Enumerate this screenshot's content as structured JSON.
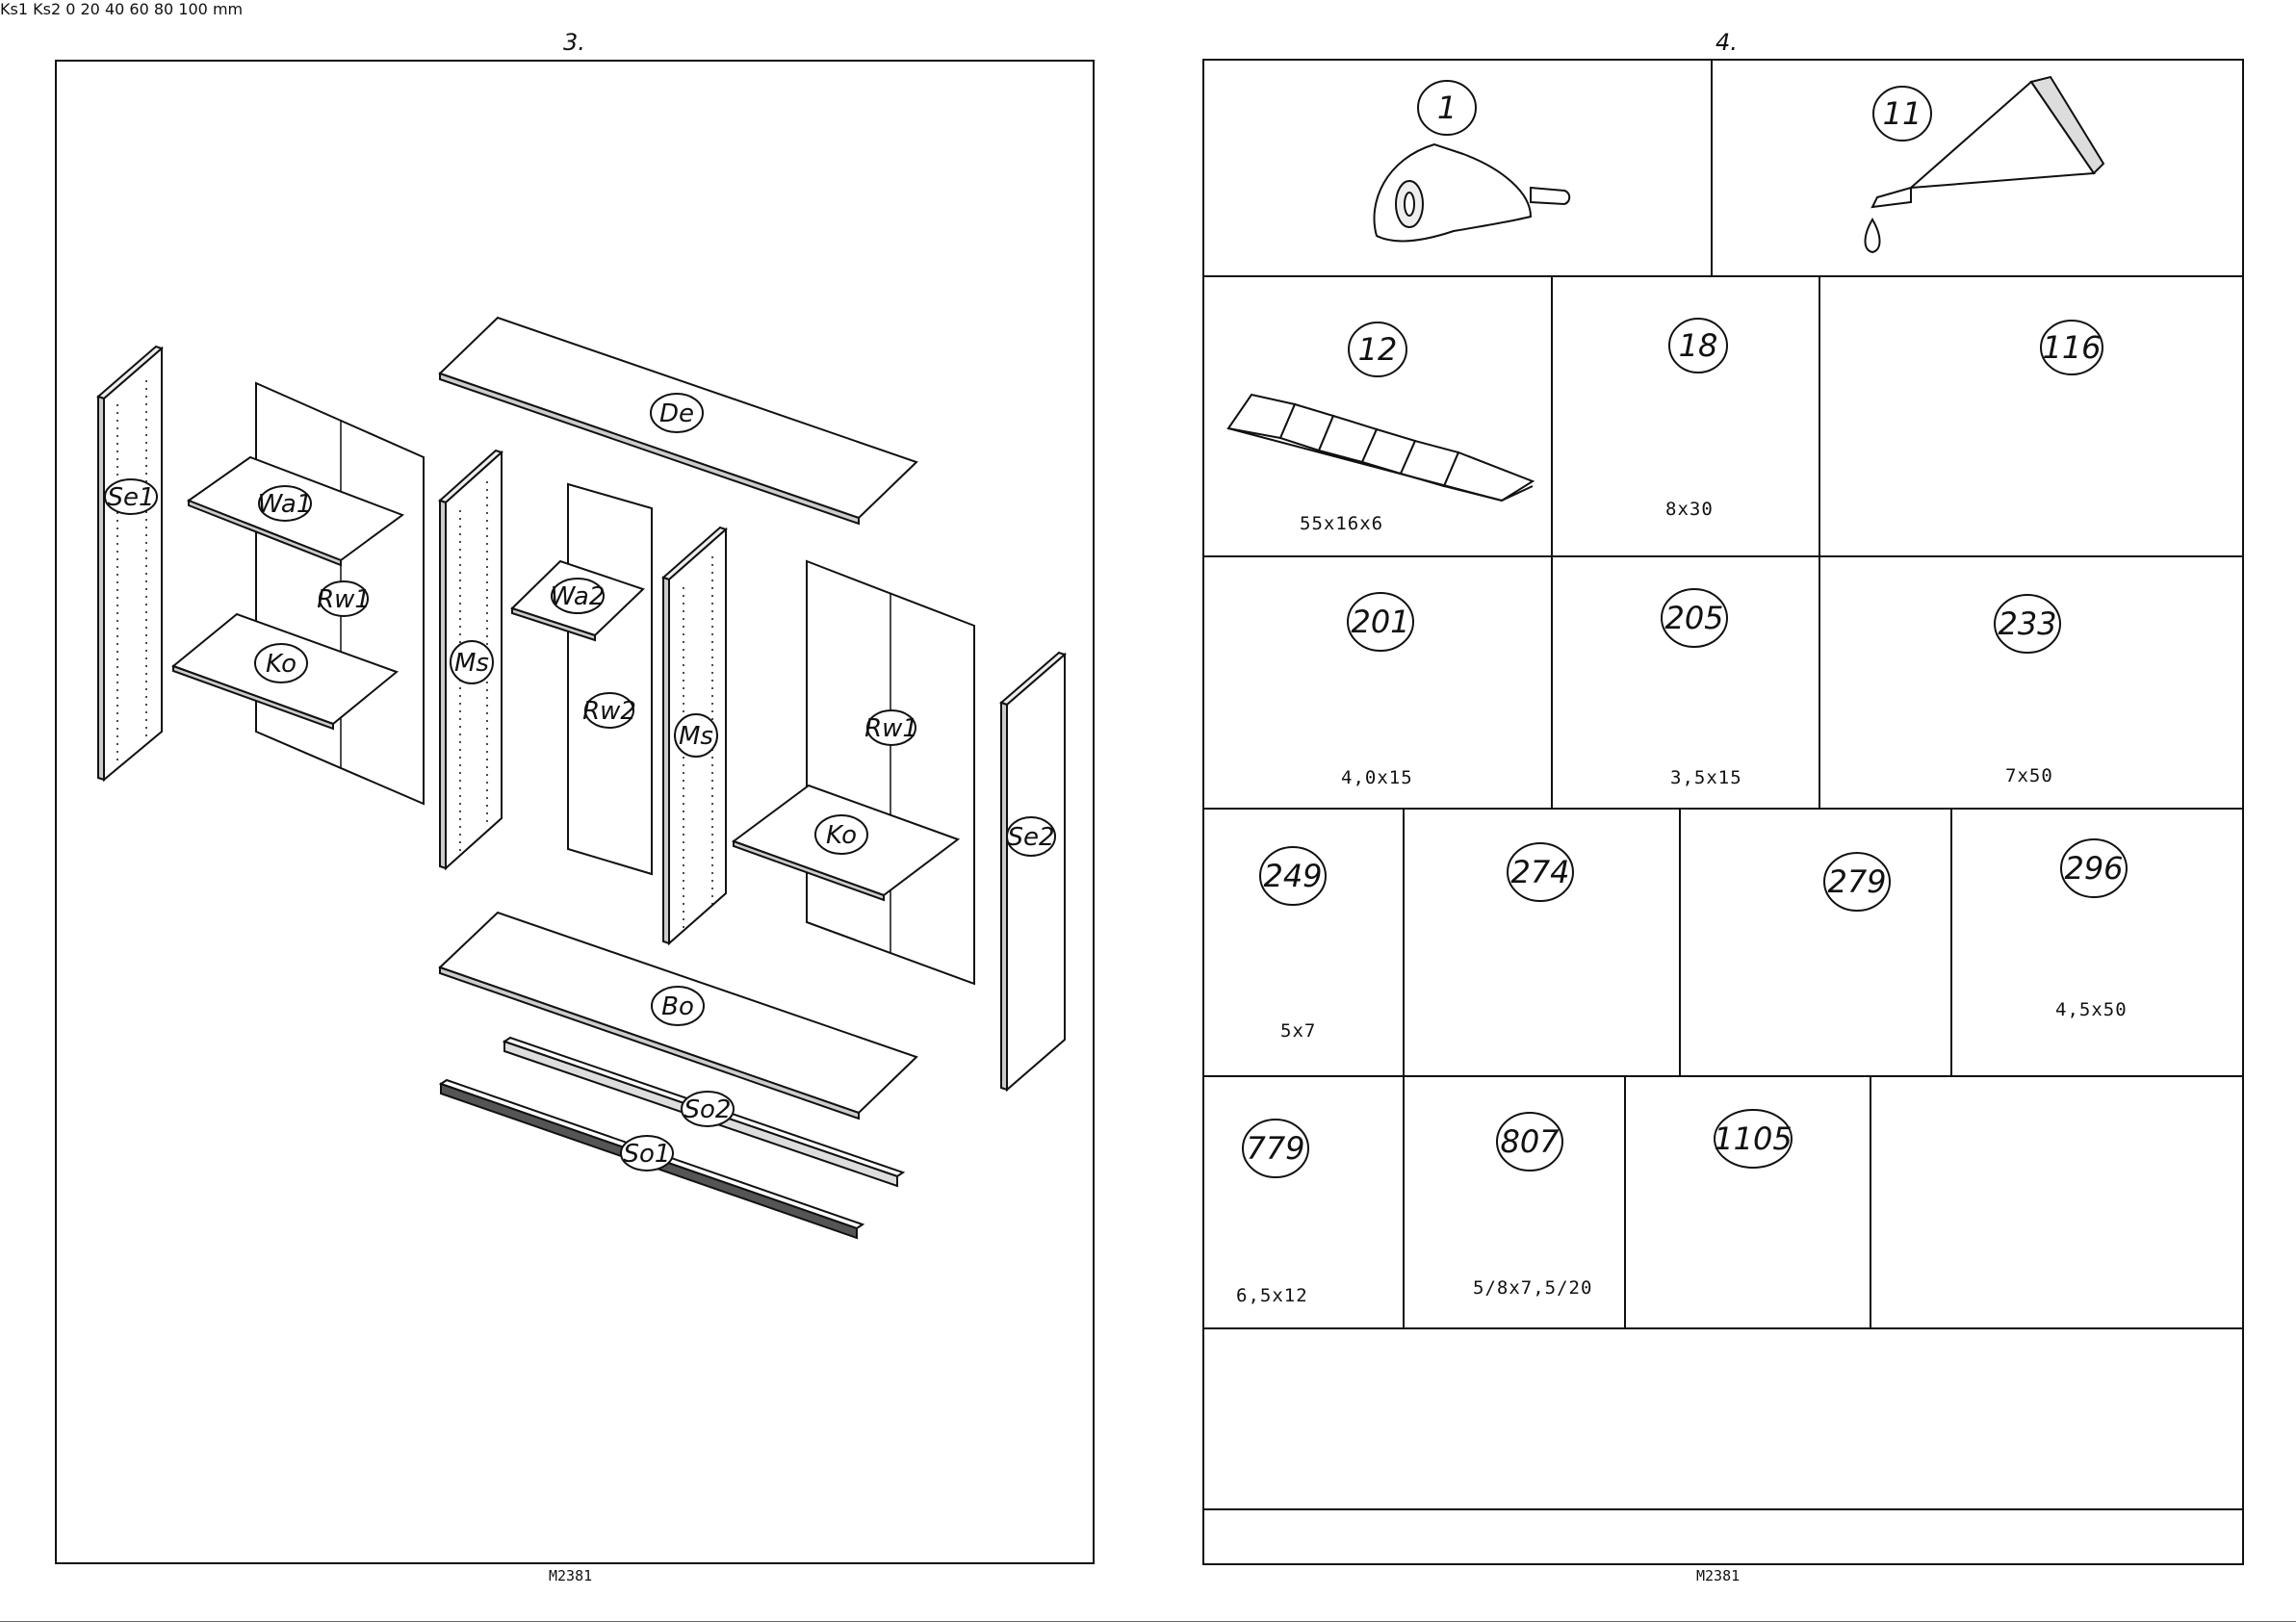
{
  "left_page": {
    "page_number": "3.",
    "footer": "M2381",
    "panels": [
      "Se1",
      "Wa1",
      "Rw1",
      "Ko",
      "Ms",
      "De",
      "Wa2",
      "Rw2",
      "Ms",
      "Rw1",
      "Ko",
      "Se2",
      "Bo",
      "So2",
      "So1"
    ]
  },
  "right_page": {
    "page_number": "4.",
    "footer": "M2381",
    "hardware": [
      {
        "num": "1",
        "size": ""
      },
      {
        "num": "11",
        "size": ""
      },
      {
        "num": "12",
        "size": "55x16x6"
      },
      {
        "num": "18",
        "size": "8x30"
      },
      {
        "num": "116",
        "size": ""
      },
      {
        "num": "201",
        "size": "4,0x15"
      },
      {
        "num": "205",
        "size": "3,5x15"
      },
      {
        "num": "233",
        "size": "7x50"
      },
      {
        "num": "249",
        "size": "5x7"
      },
      {
        "num": "274",
        "size": ""
      },
      {
        "num": "279",
        "size": ""
      },
      {
        "num": "296",
        "size": "4,5x50"
      },
      {
        "num": "779",
        "size": "6,5x12"
      },
      {
        "num": "807",
        "size": "5/8x7,5/20"
      },
      {
        "num": "1105",
        "size": ""
      }
    ],
    "rods": [
      "Ks1",
      "Ks2"
    ],
    "ruler": {
      "labels": [
        "0",
        "20",
        "40",
        "60",
        "80",
        "100 mm"
      ]
    }
  }
}
